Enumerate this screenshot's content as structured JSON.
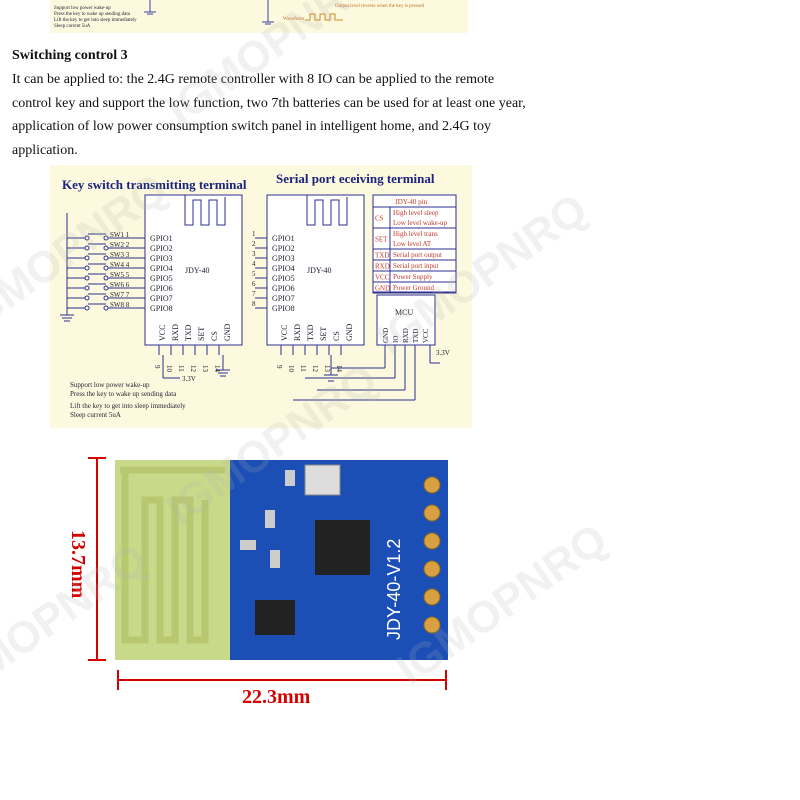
{
  "top_strip": {
    "notes": [
      "Support low power wake-up",
      "Press the key to wake up sending data",
      "Lift the key to get into sleep immediately",
      "Sleep current 5uA"
    ],
    "right_note": "Output level reverse when the key is pressed",
    "waveform_label": "Waveform"
  },
  "section": {
    "heading": "Switching control 3",
    "body": "It can be applied to: the 2.4G remote controller with 8 IO can be applied to the remote control key and support the low function, two 7th batteries can be used for at least one year, application of low power consumption switch panel in intelligent home, and 2.4G toy application."
  },
  "diagram": {
    "left_title": "Key switch transmitting terminal",
    "right_title": "Serial port  eceiving terminal",
    "module_label": "JDY-40",
    "gpio": [
      "GPIO1",
      "GPIO2",
      "GPIO3",
      "GPIO4",
      "GPIO5",
      "GPIO6",
      "GPIO7",
      "GPIO8"
    ],
    "switches": [
      "SW1 1",
      "SW2 2",
      "SW3 3",
      "SW4 4",
      "SW5 5",
      "SW6 6",
      "SW7  7",
      "SW8  8"
    ],
    "pin_numbers": [
      "1",
      "2",
      "3",
      "4",
      "5",
      "6",
      "7",
      "8"
    ],
    "bottom_pins": [
      "VCC",
      "RXD",
      "TXD",
      "SET",
      "CS",
      "GND"
    ],
    "bottom_pin_numbers": [
      "9",
      "10",
      "11",
      "12",
      "13",
      "14"
    ],
    "voltage": "3.3V",
    "mcu_label": "MCU",
    "mcu_pins": [
      "GND",
      "IO",
      "RXD",
      "TXD",
      "VCC"
    ],
    "pin_table_title": "JDY-40 pin",
    "pin_table": [
      {
        "pin": "CS",
        "desc": [
          "High level sleep",
          "Low level wake-up"
        ]
      },
      {
        "pin": "SET",
        "desc": [
          "High level trans",
          "Low level AT"
        ]
      },
      {
        "pin": "TXD",
        "desc": [
          "Serial port output"
        ]
      },
      {
        "pin": "RXD",
        "desc": [
          "Serial port input"
        ]
      },
      {
        "pin": "VCC",
        "desc": [
          "Power Supply"
        ]
      },
      {
        "pin": "GND",
        "desc": [
          "Power Ground"
        ]
      }
    ],
    "notes": [
      "Support low power wake-up",
      "Press the key to wake up sending data",
      "Lift the key to get into sleep immediately",
      "Sleep current 5uA"
    ]
  },
  "photo": {
    "height_label": "13.7mm",
    "width_label": "22.3mm",
    "board_silkscreen": "JDY-40-V1.2"
  },
  "watermark": "IGMOPNRQ",
  "colors": {
    "diagram_bg": "#fdf9df",
    "schematic": "#2a2f8f",
    "table_text": "#c0392b",
    "pcb": "#1b4fb5",
    "dimension": "#d40000"
  }
}
